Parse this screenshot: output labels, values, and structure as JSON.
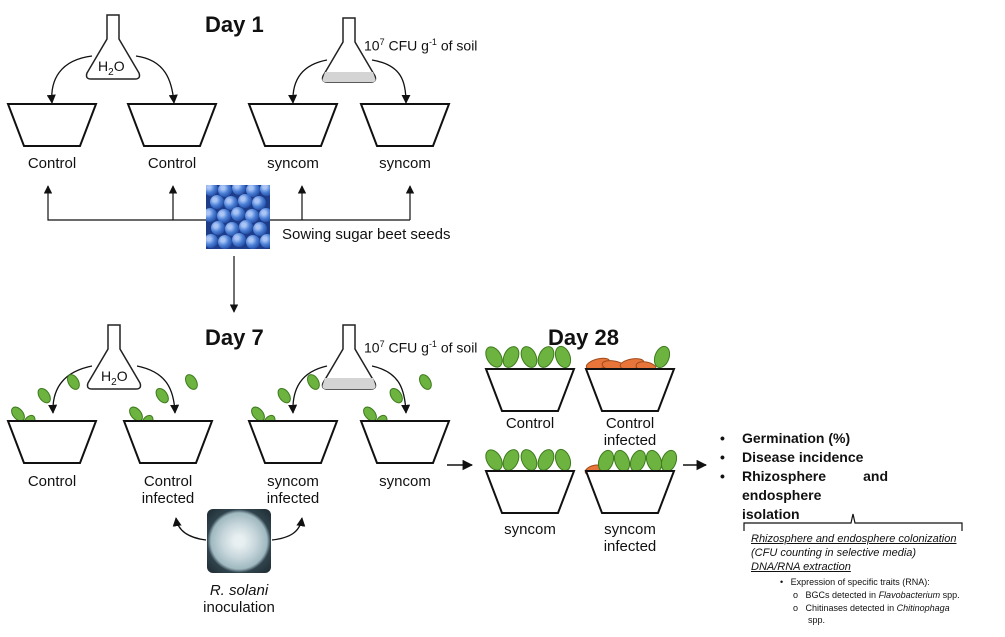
{
  "days": {
    "day1": "Day 1",
    "day7": "Day 7",
    "day28": "Day 28"
  },
  "flask": {
    "water_label_main": "H",
    "water_label_sub": "2",
    "water_label_end": "O",
    "cfu_base": "10",
    "cfu_exp": "7",
    "cfu_mid": " CFU g",
    "cfu_exp2": "-1",
    "cfu_end": " of soil"
  },
  "pots_day1": [
    "Control",
    "Control",
    "syncom",
    "syncom"
  ],
  "sowing_label": "Sowing sugar beet seeds",
  "pots_day7": [
    {
      "line1": "Control",
      "line2": ""
    },
    {
      "line1": "Control",
      "line2": "infected"
    },
    {
      "line1": "syncom",
      "line2": "infected"
    },
    {
      "line1": "syncom",
      "line2": ""
    }
  ],
  "inoculation": {
    "species": "R. solani",
    "word": "inoculation"
  },
  "pots_day28": [
    {
      "line1": "Control",
      "line2": ""
    },
    {
      "line1": "Control",
      "line2": "infected"
    },
    {
      "line1": "syncom",
      "line2": ""
    },
    {
      "line1": "syncom",
      "line2": "infected"
    }
  ],
  "outcomes": {
    "bullet1": "Germination (%)",
    "bullet2": "Disease incidence",
    "bullet3_a": "Rhizosphere",
    "bullet3_b": "and",
    "bullet3_c": "endosphere",
    "bullet3_d": "isolation"
  },
  "analyses": {
    "colonization": "Rhizosphere and endosphere colonization",
    "cfu_counting": "(CFU counting in selective media)",
    "extraction": "DNA/RNA extraction",
    "expression": "Expression of specific traits (RNA):",
    "bgc_prefix": "BGCs detected in ",
    "bgc_genus": "Flavobacterium",
    "bgc_suffix": " spp.",
    "chit_prefix": "Chitinases detected in ",
    "chit_genus": "Chitinophaga",
    "chit_suffix": "spp."
  },
  "colors": {
    "leaf_green": "#6cb33f",
    "leaf_orange": "#e8763a",
    "seed_blue": "#2a56b8",
    "medium_gray": "#d4d4d4"
  }
}
